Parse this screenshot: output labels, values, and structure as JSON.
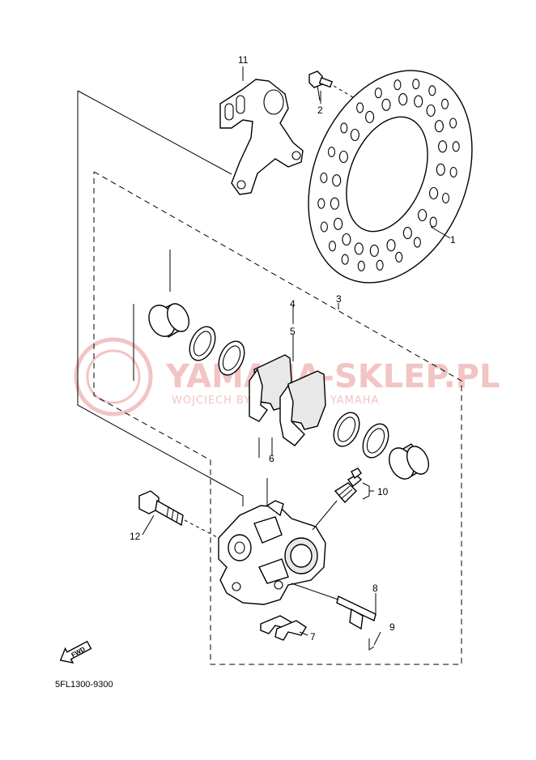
{
  "parts": [
    {
      "number": "1",
      "name": "brake-disc"
    },
    {
      "number": "2",
      "name": "disc-bolt"
    },
    {
      "number": "3",
      "name": "caliper-assembly"
    },
    {
      "number": "4",
      "name": "caliper-seal-kit"
    },
    {
      "number": "5",
      "name": "piston-seal"
    },
    {
      "number": "6",
      "name": "brake-pad-kit"
    },
    {
      "number": "7",
      "name": "pad-support"
    },
    {
      "number": "8",
      "name": "pad-pin"
    },
    {
      "number": "9",
      "name": "clip"
    },
    {
      "number": "10",
      "name": "bleed-screw"
    },
    {
      "number": "11",
      "name": "caliper-bracket"
    },
    {
      "number": "12",
      "name": "caliper-bolt"
    }
  ],
  "watermark": {
    "brand": "YAMAHA-SKLEP.PL",
    "tagline": "WOJCIECH BYCZ | DEALER YAMAHA"
  },
  "direction_label": "FWD",
  "diagram_code": "5FL1300-9300",
  "colors": {
    "line": "#000000",
    "watermark": "#f2c4c4",
    "background": "#ffffff"
  }
}
